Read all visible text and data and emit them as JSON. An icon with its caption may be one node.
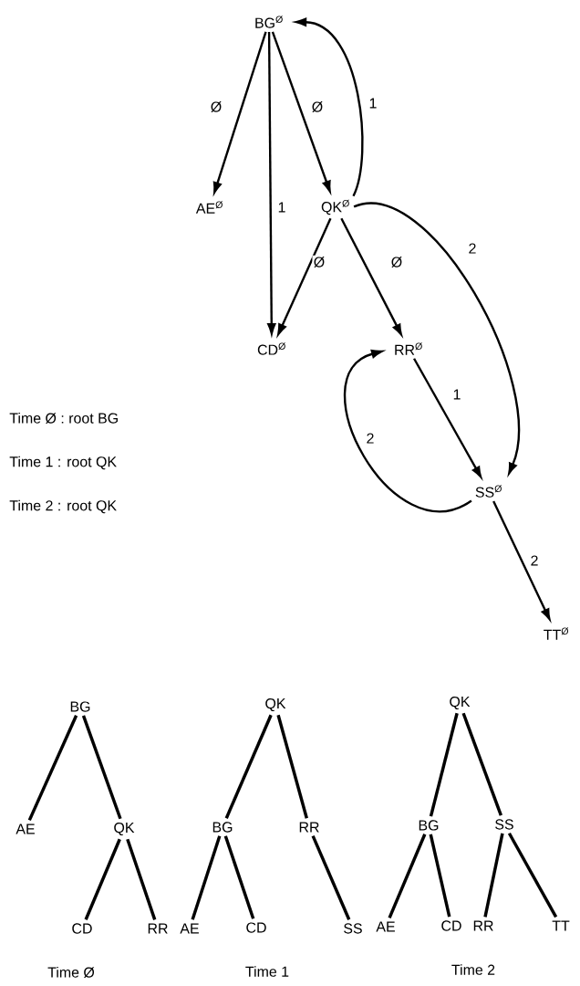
{
  "diagram": {
    "nodes": [
      {
        "text": [
          "BG$^{Ø}$"
        ]
      },
      {
        "text": [
          "AE$^{Ø}$"
        ]
      },
      {
        "text": [
          "QK$^{Ø}$"
        ]
      },
      {
        "text": [
          "CD$^{Ø}$"
        ]
      },
      {
        "text": [
          "RR$^{Ø}$"
        ]
      },
      {
        "text": [
          "SS$^{Ø}$"
        ]
      },
      {
        "text": [
          "TT$^{Ø}$"
        ]
      },
      {
        "text": [
          "BG"
        ]
      },
      {
        "text": [
          "AE"
        ]
      },
      {
        "text": [
          "QK"
        ]
      },
      {
        "text": [
          "CD"
        ]
      },
      {
        "text": [
          "RR"
        ]
      },
      {
        "text": [
          "QK"
        ]
      },
      {
        "text": [
          "BG"
        ]
      },
      {
        "text": [
          "RR"
        ]
      },
      {
        "text": [
          "AE"
        ]
      },
      {
        "text": [
          "CD"
        ]
      },
      {
        "text": [
          "SS"
        ]
      },
      {
        "text": [
          "QK"
        ]
      },
      {
        "text": [
          "BG"
        ]
      },
      {
        "text": [
          "SS"
        ]
      },
      {
        "text": [
          "AE"
        ]
      },
      {
        "text": [
          "CD"
        ]
      },
      {
        "text": [
          "RR"
        ]
      },
      {
        "text": [
          "TT"
        ]
      }
    ],
    "edges": [
      {
        "from": 0,
        "to": 1,
        "arrow": "to",
        "label": "Ø"
      },
      {
        "from": 0,
        "to": 3,
        "arrow": "to",
        "label": "1"
      },
      {
        "from": 0,
        "to": 2,
        "arrow": "to",
        "label": "Ø"
      },
      {
        "from": 2,
        "to": 0,
        "arrow": "to",
        "label": "1"
      },
      {
        "from": 2,
        "to": 3,
        "arrow": "to",
        "label": "Ø"
      },
      {
        "from": 2,
        "to": 4,
        "arrow": "to",
        "label": "Ø"
      },
      {
        "from": 2,
        "to": 5,
        "arrow": "to",
        "label": "2"
      },
      {
        "from": 4,
        "to": 5,
        "arrow": "to",
        "label": "1"
      },
      {
        "from": 5,
        "to": 4,
        "arrow": "to",
        "label": "2"
      },
      {
        "from": 5,
        "to": 6,
        "arrow": "to",
        "label": "2"
      },
      {
        "from": 7,
        "to": 8,
        "arrow": "none"
      },
      {
        "from": 7,
        "to": 9,
        "arrow": "none"
      },
      {
        "from": 9,
        "to": 10,
        "arrow": "none"
      },
      {
        "from": 9,
        "to": 11,
        "arrow": "none"
      },
      {
        "from": 12,
        "to": 13,
        "arrow": "none"
      },
      {
        "from": 12,
        "to": 14,
        "arrow": "none"
      },
      {
        "from": 13,
        "to": 15,
        "arrow": "none"
      },
      {
        "from": 13,
        "to": 16,
        "arrow": "none"
      },
      {
        "from": 14,
        "to": 17,
        "arrow": "none"
      },
      {
        "from": 18,
        "to": 19,
        "arrow": "none"
      },
      {
        "from": 18,
        "to": 20,
        "arrow": "none"
      },
      {
        "from": 19,
        "to": 21,
        "arrow": "none"
      },
      {
        "from": 19,
        "to": 22,
        "arrow": "none"
      },
      {
        "from": 20,
        "to": 23,
        "arrow": "none"
      },
      {
        "from": 20,
        "to": 24,
        "arrow": "none"
      }
    ],
    "labels": [
      "Time Ø : root BG",
      "Time 1 : root QK",
      "Time 2 : root QK",
      "Time Ø",
      "Time 1",
      "Time 2"
    ]
  }
}
